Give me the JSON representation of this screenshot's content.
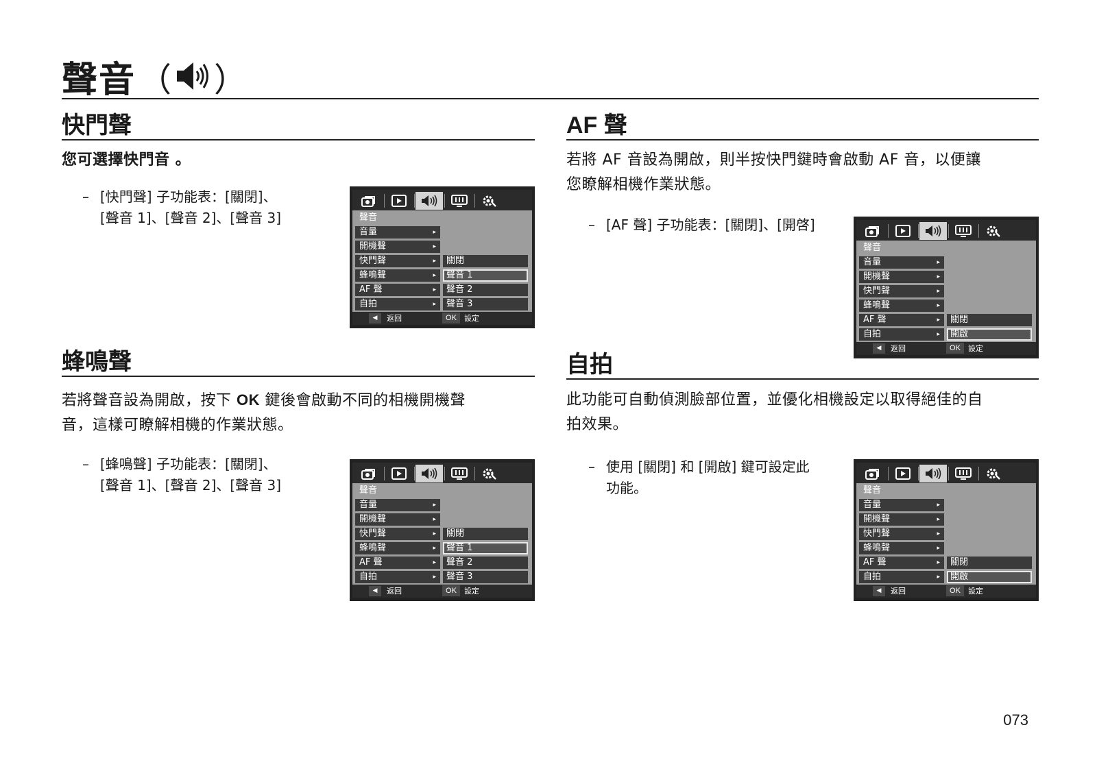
{
  "page": {
    "title": "聲音",
    "title_paren_open": "（",
    "title_paren_close": "）",
    "title_icon": "speaker-sound-icon",
    "page_number": "073"
  },
  "sections": {
    "shutter": {
      "heading": "快門聲",
      "lead": "您可選擇快門音 。",
      "bullet_dash": "–",
      "bullet_line1": "[快門聲] 子功能表：[關閉]、",
      "bullet_line2": "[聲音 1]、[聲音 2]、[聲音 3]"
    },
    "af": {
      "heading": "AF 聲",
      "lead_line1": "若將 AF 音設為開啟，則半按快門鍵時會啟動 AF 音，以便讓",
      "lead_line2": "您瞭解相機作業狀態。",
      "bullet_dash": "–",
      "bullet_line1": "[AF 聲] 子功能表：[關閉]、[開啓]"
    },
    "beep": {
      "heading": "蜂鳴聲",
      "lead_line1_a": "若將聲音設為開啟，按下 ",
      "lead_line1_ok": "OK",
      "lead_line1_b": " 鍵後會啟動不同的相機開機聲",
      "lead_line2": "音，這樣可瞭解相機的作業狀態。",
      "bullet_dash": "–",
      "bullet_line1": "[蜂鳴聲] 子功能表：[關閉]、",
      "bullet_line2": "[聲音 1]、[聲音 2]、[聲音 3]"
    },
    "selfie": {
      "heading": "自拍",
      "lead_line1": "此功能可自動偵測臉部位置，並優化相機設定以取得絕佳的自",
      "lead_line2": "拍效果。",
      "bullet_dash": "–",
      "bullet_line1": "使用 [關閉] 和 [開啟] 鍵可設定此",
      "bullet_line2": "功能。"
    }
  },
  "camera_menu": {
    "tab_icons": [
      "camera-mode-icon",
      "playback-icon",
      "sound-icon",
      "display-icon",
      "settings-gear-icon"
    ],
    "active_tab": "sound-icon",
    "menu_title": "聲音",
    "items": [
      "音量",
      "開機聲",
      "快門聲",
      "蜂鳴聲",
      "AF 聲",
      "自拍"
    ],
    "item_arrow": "▸",
    "sound_options": [
      "關閉",
      "聲音 1",
      "聲音 2",
      "聲音 3"
    ],
    "onoff_options_af": [
      "關閉",
      "開啟"
    ],
    "onoff_options_selfie": [
      "關閉",
      "開啟"
    ],
    "selected_sound_option": "聲音 1",
    "selected_onoff_option": "開啟",
    "back_arrow": "◀",
    "back_label": "返回",
    "ok_label": "OK",
    "set_label": "設定",
    "colors": {
      "screen_bg": "#9d9d9d",
      "bar": "#2b2b2b",
      "row": "#3a3a3a",
      "active_tab": "#d4d4d4"
    }
  }
}
